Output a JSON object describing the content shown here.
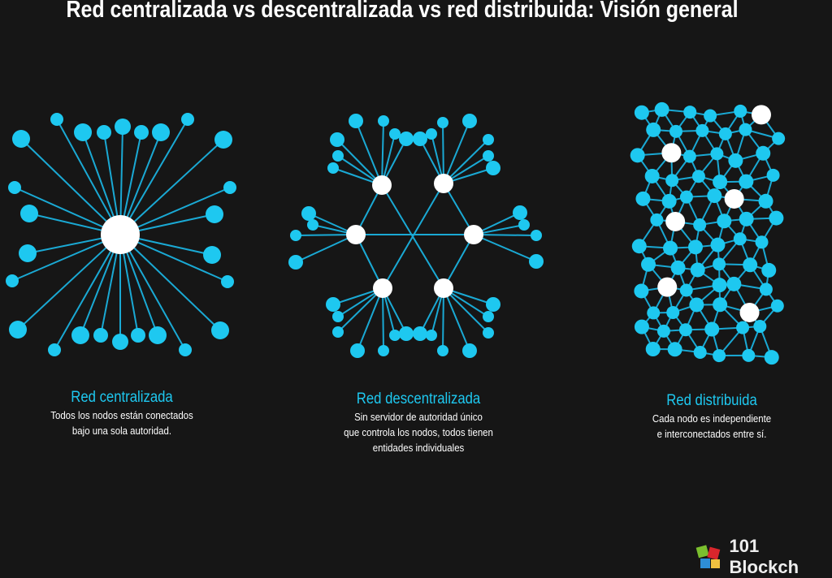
{
  "title": "Red centralizada vs descentralizada vs red distribuida: Visión general",
  "networks": [
    {
      "heading": "Red centralizada",
      "lines": [
        "Todos los nodos están conectados",
        "bajo una sola autoridad."
      ]
    },
    {
      "heading": "Red descentralizada",
      "lines": [
        "Sin servidor de autoridad único",
        "que controla los nodos, todos tienen",
        "entidades individuales"
      ]
    },
    {
      "heading": "Red distribuida",
      "lines": [
        "Cada nodo es independiente",
        "e interconectados entre sí."
      ]
    }
  ],
  "logo": {
    "text": "101 Blockch"
  },
  "colors": {
    "node": "#1ec8f0",
    "authority": "#ffffff",
    "edge": "#1aa9d4",
    "background": "#161616"
  }
}
